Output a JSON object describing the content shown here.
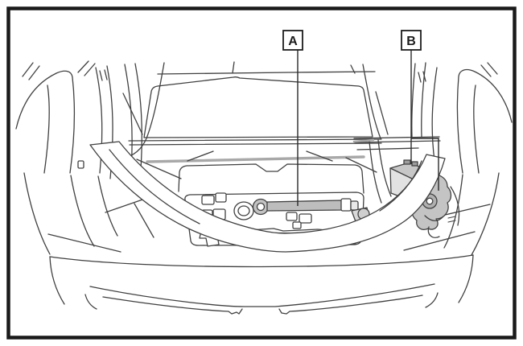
{
  "figure": {
    "kind": "line-art vehicle luggage compartment illustration",
    "colors": {
      "background": "#ffffff",
      "frame": "#1a1a1a",
      "line": "#404040",
      "shade_light": "#c3c3c3",
      "shade_mid": "#b0b0b0",
      "shade_strip": "#a8a8a8"
    }
  },
  "callouts": [
    {
      "id": "A",
      "label": "A"
    },
    {
      "id": "B",
      "label": "B"
    }
  ]
}
